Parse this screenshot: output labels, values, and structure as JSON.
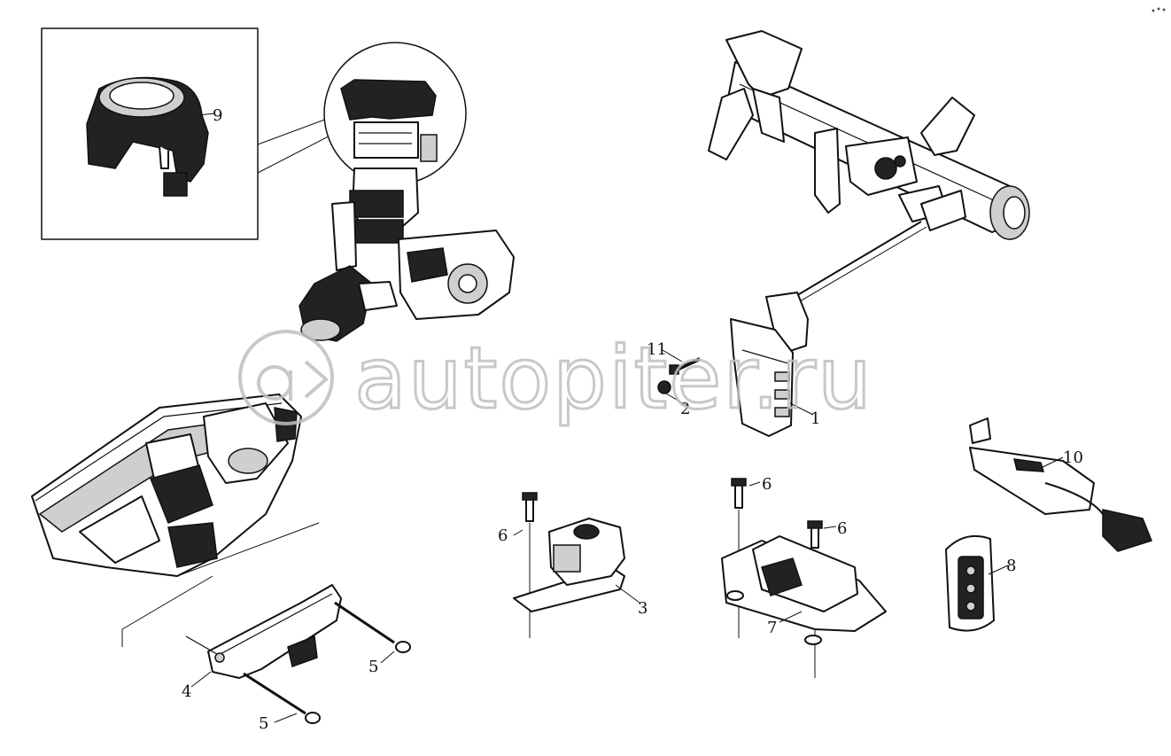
{
  "watermark": {
    "text": "autopiter.ru"
  },
  "callouts": {
    "c1": "1",
    "c2": "2",
    "c3": "3",
    "c4": "4",
    "c5a": "5",
    "c5b": "5",
    "c6a": "6",
    "c6b": "6",
    "c6c": "6",
    "c7": "7",
    "c8": "8",
    "c9": "9",
    "c10": "10",
    "c11": "11"
  },
  "icons": {
    "logo": "autopiter-logo-mark",
    "parts": [
      "ignition-lock-assembly",
      "steering-beam",
      "control-module",
      "dashboard",
      "bracket",
      "sensor",
      "antenna",
      "smart-key",
      "door-handle",
      "immobilizer-coil",
      "bolt",
      "nut",
      "screw"
    ]
  }
}
